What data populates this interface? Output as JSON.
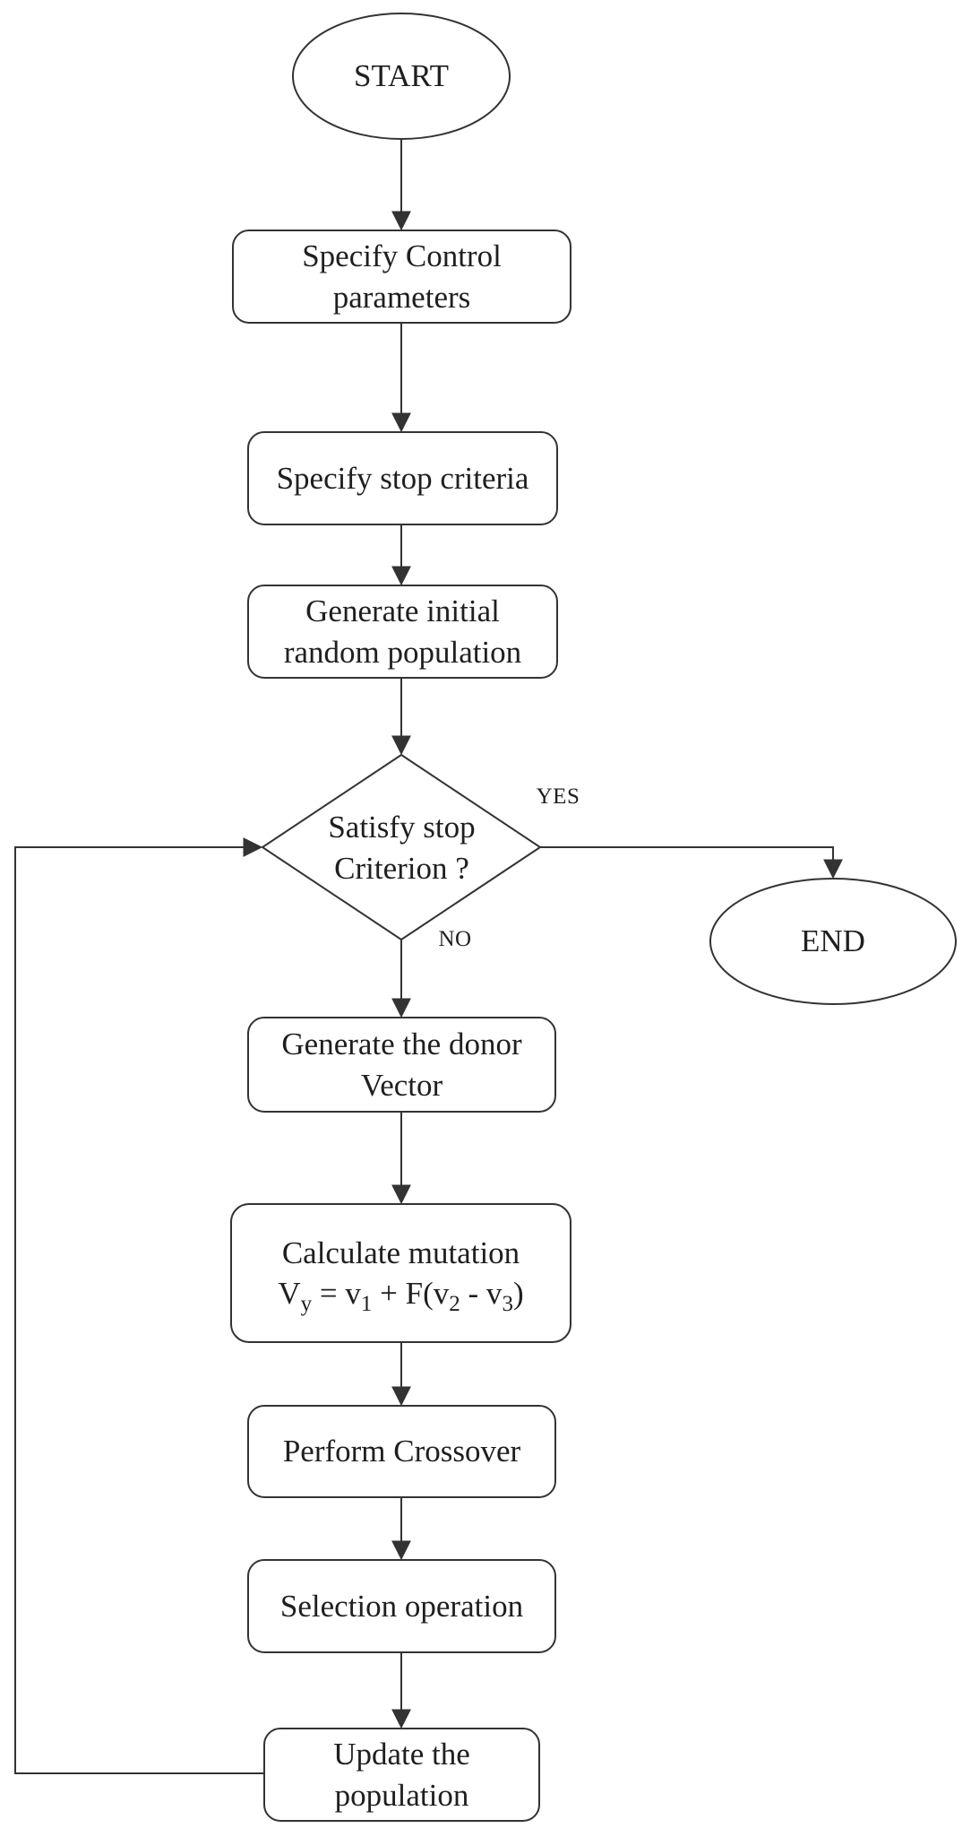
{
  "diagram": {
    "title_hint": "Differential evolution algorithm flowchart",
    "colors": {
      "background": "#ffffff",
      "stroke": "#333333",
      "text": "#1f1f1f"
    },
    "nodes": {
      "start": {
        "label": "START",
        "type": "terminator"
      },
      "specify_control": {
        "label": "Specify Control\nparameters",
        "type": "process"
      },
      "specify_stop": {
        "label": "Specify stop criteria",
        "type": "process"
      },
      "generate_initial": {
        "label": "Generate initial\nrandom population",
        "type": "process"
      },
      "decision": {
        "label": "Satisfy stop\nCriterion ?",
        "type": "decision"
      },
      "end": {
        "label": "END",
        "type": "terminator"
      },
      "generate_donor": {
        "label": "Generate the donor\nVector",
        "type": "process"
      },
      "calculate_mutation": {
        "line1": "Calculate mutation",
        "formula": [
          "V",
          "y",
          " = v",
          "1",
          " + F(v",
          "2",
          " - v",
          "3",
          ")"
        ],
        "type": "process"
      },
      "perform_crossover": {
        "label": "Perform Crossover",
        "type": "process"
      },
      "selection": {
        "label": "Selection operation",
        "type": "process"
      },
      "update_population": {
        "label": "Update the\npopulation",
        "type": "process"
      }
    },
    "edge_labels": {
      "yes": "YES",
      "no": "NO"
    }
  }
}
